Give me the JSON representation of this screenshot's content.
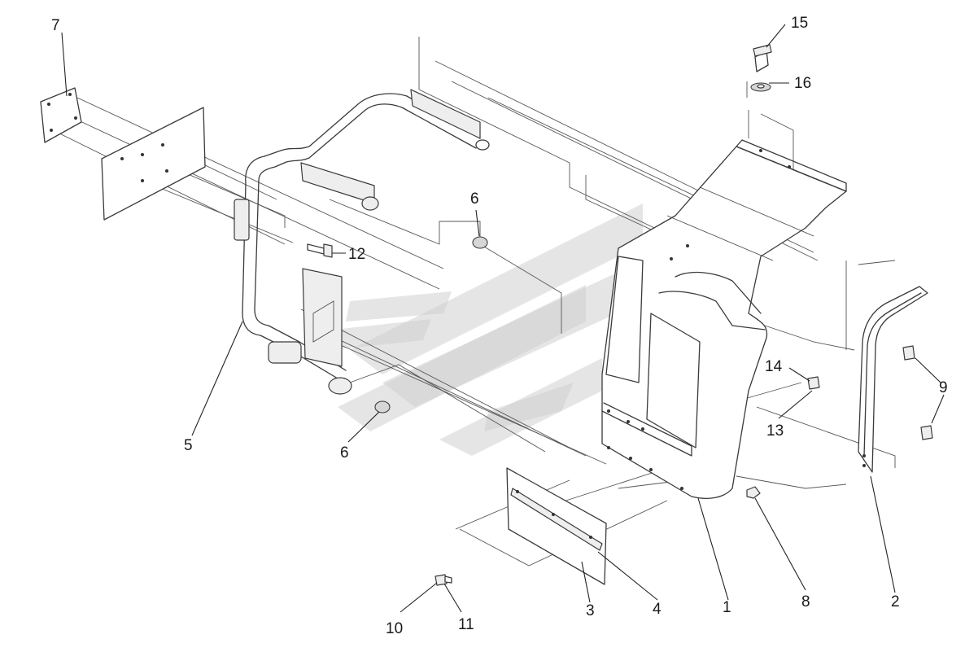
{
  "callouts": [
    {
      "id": "c1",
      "text": "1"
    },
    {
      "id": "c2",
      "text": "2"
    },
    {
      "id": "c3",
      "text": "3"
    },
    {
      "id": "c4",
      "text": "4"
    },
    {
      "id": "c5",
      "text": "5"
    },
    {
      "id": "c6a",
      "text": "6"
    },
    {
      "id": "c6b",
      "text": "6"
    },
    {
      "id": "c7",
      "text": "7"
    },
    {
      "id": "c8",
      "text": "8"
    },
    {
      "id": "c9",
      "text": "9"
    },
    {
      "id": "c10",
      "text": "10"
    },
    {
      "id": "c11",
      "text": "11"
    },
    {
      "id": "c12",
      "text": "12"
    },
    {
      "id": "c13",
      "text": "13"
    },
    {
      "id": "c14",
      "text": "14"
    },
    {
      "id": "c15",
      "text": "15"
    },
    {
      "id": "c16",
      "text": "16"
    }
  ]
}
